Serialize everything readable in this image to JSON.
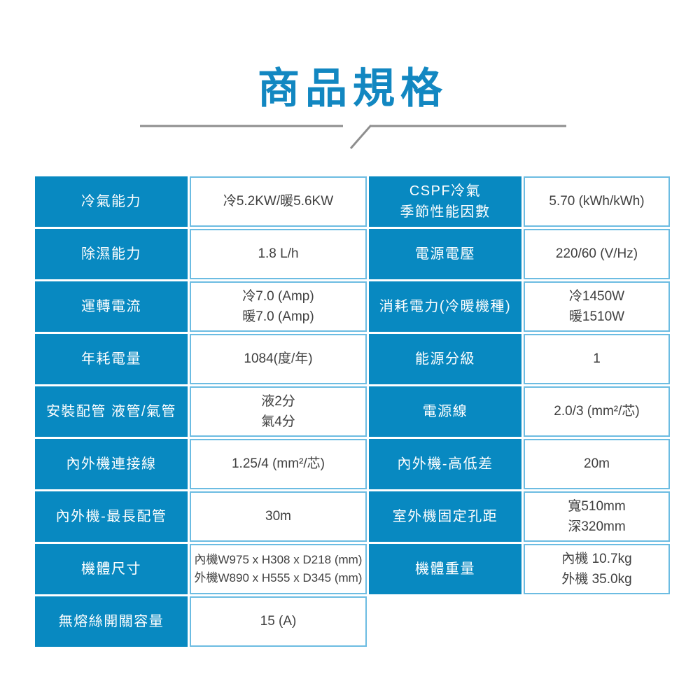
{
  "title": "商品規格",
  "colors": {
    "accent_blue": "#0889c1",
    "title_blue": "#1287c1",
    "cell_border_blue": "#6cbce2",
    "value_text": "#3f3f3f",
    "divider_gray": "#8e8e8e"
  },
  "table": {
    "rows": [
      {
        "l_label": "冷氣能力",
        "l_value": "冷5.2KW/暖5.6KW",
        "r_label": "CSPF冷氣\n季節性能因數",
        "r_value": "5.70 (kWh/kWh)"
      },
      {
        "l_label": "除濕能力",
        "l_value": "1.8 L/h",
        "r_label": "電源電壓",
        "r_value": "220/60 (V/Hz)"
      },
      {
        "l_label": "運轉電流",
        "l_value": "冷7.0 (Amp)\n暖7.0 (Amp)",
        "r_label": "消耗電力(冷暖機種)",
        "r_value": "冷1450W\n暖1510W"
      },
      {
        "l_label": "年耗電量",
        "l_value": "1084(度/年)",
        "r_label": "能源分級",
        "r_value": "1"
      },
      {
        "l_label": "安裝配管 液管/氣管",
        "l_value": "液2分\n氣4分",
        "r_label": "電源線",
        "r_value": "2.0/3 (mm²/芯)"
      },
      {
        "l_label": "內外機連接線",
        "l_value": "1.25/4 (mm²/芯)",
        "r_label": "內外機-高低差",
        "r_value": "20m"
      },
      {
        "l_label": "內外機-最長配管",
        "l_value": "30m",
        "r_label": "室外機固定孔距",
        "r_value": "寬510mm\n深320mm"
      },
      {
        "l_label": "機體尺寸",
        "l_value": "內機W975 x H308 x D218 (mm)\n外機W890 x H555 x D345 (mm)",
        "r_label": "機體重量",
        "r_value": "內機 10.7kg\n外機 35.0kg"
      },
      {
        "l_label": "無熔絲開關容量",
        "l_value": "15 (A)",
        "r_label": "",
        "r_value": ""
      }
    ]
  }
}
